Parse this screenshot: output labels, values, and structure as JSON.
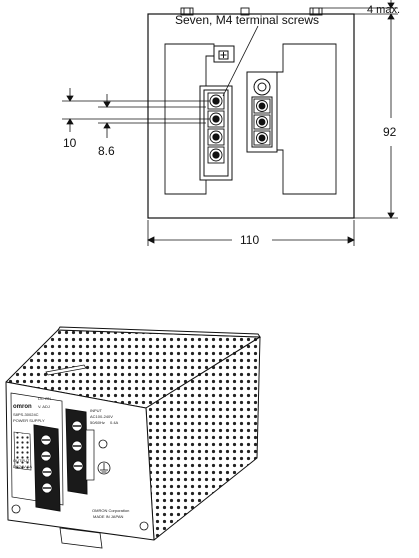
{
  "annotations": {
    "screws": "Seven, M4 terminal screws",
    "max_height": "4 max.",
    "height": "92",
    "width": "110",
    "pitch_a": "10",
    "pitch_b": "8.6"
  },
  "product_labels": {
    "brand": "omron",
    "model": "S8PS-30024C",
    "type": "POWER SUPPLY",
    "dc_on": "DC ON",
    "v_adj": "V. ADJ",
    "output": "OUTPUT",
    "output_rating": "DC24V 1A",
    "input": "INPUT",
    "input_voltage": "AC100-240V",
    "input_freq": "50/60Hz",
    "input_current": "0.4A",
    "maker": "OMRON Corporation",
    "origin": "MADE IN JAPAN"
  },
  "colors": {
    "line": "#111111",
    "fill_dark": "#1a1a1a",
    "paper": "#ffffff"
  }
}
